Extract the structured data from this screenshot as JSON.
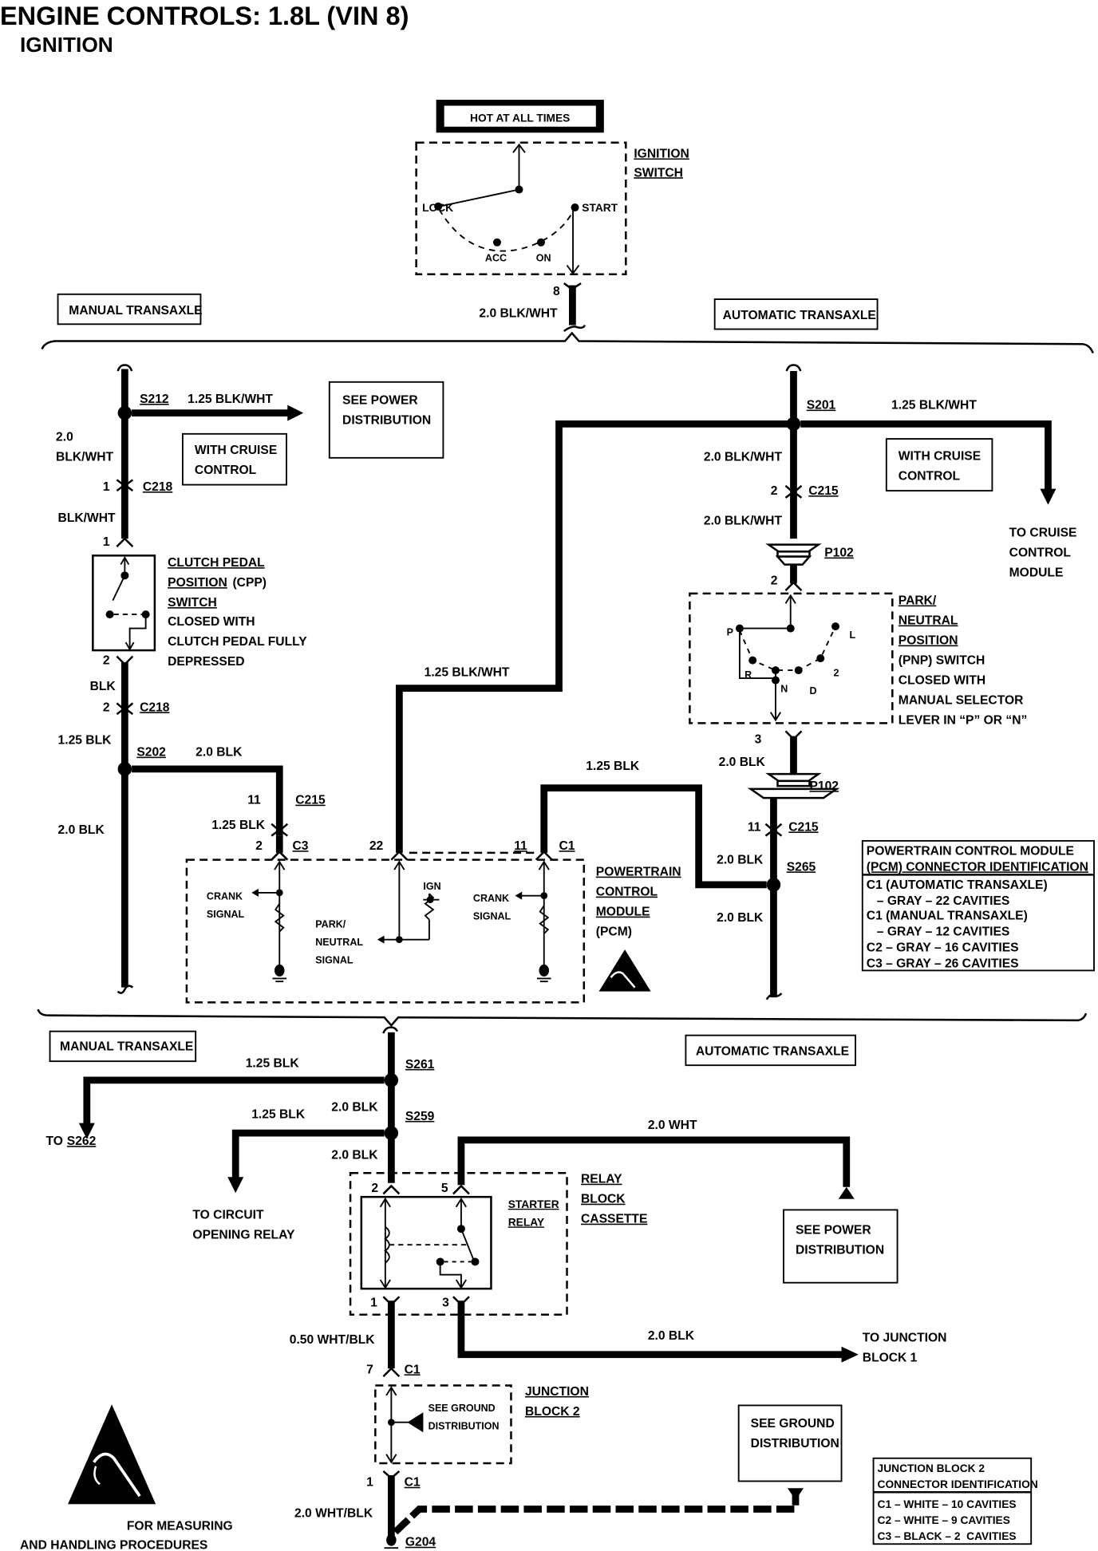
{
  "header": {
    "title": "ENGINE CONTROLS: 1.8L (VIN 8)",
    "subtitle": "IGNITION"
  },
  "colors": {
    "ink": "#000000",
    "paper": "#ffffff"
  },
  "ignition": {
    "hot_label": "HOT AT ALL TIMES",
    "name_line1": "IGNITION",
    "name_line2": "SWITCH",
    "positions": [
      "LOCK",
      "ACC",
      "ON",
      "START"
    ],
    "pin": "8",
    "wire": "2.0 BLK/WHT"
  },
  "sections": {
    "manual": "MANUAL TRANSAXLE",
    "automatic": "AUTOMATIC TRANSAXLE"
  },
  "manual_top": {
    "splice": "S212",
    "branch_wire": "1.25 BLK/WHT",
    "see_power_line1": "SEE POWER",
    "see_power_line2": "DISTRIBUTION",
    "cruise_line1": "WITH CRUISE",
    "cruise_line2": "CONTROL",
    "wire_a_line1": "2.0",
    "wire_a_line2": "BLK/WHT",
    "c218_pin1": "1",
    "c218": "C218",
    "wire_b": "BLK/WHT",
    "cpp_pin1": "1",
    "cpp_lines": [
      "CLUTCH PEDAL",
      "POSITION",
      "(CPP)",
      "SWITCH",
      "CLOSED WITH",
      "CLUTCH PEDAL FULLY",
      "DEPRESSED"
    ],
    "cpp_pin2": "2",
    "wire_c": "BLK",
    "c218_pin2": "2",
    "c218b": "C218",
    "wire_d": "1.25 BLK",
    "splice2": "S202",
    "wire_e": "2.0 BLK",
    "c215_pin": "11",
    "c215": "C215",
    "wire_f": "1.25 BLK",
    "wire_g": "2.0 BLK"
  },
  "automatic_top": {
    "splice": "S201",
    "branch_wire": "1.25 BLK/WHT",
    "cruise_line1": "WITH CRUISE",
    "cruise_line2": "CONTROL",
    "to_cruise": [
      "TO CRUISE",
      "CONTROL",
      "MODULE"
    ],
    "wire_a": "2.0 BLK/WHT",
    "c215_pin": "2",
    "c215": "C215",
    "wire_b": "2.0 BLK/WHT",
    "p102": "P102",
    "pnp_pin_top": "2",
    "pnp_positions": [
      "P",
      "R",
      "N",
      "D",
      "2",
      "L"
    ],
    "pnp_lines": [
      "PARK/",
      "NEUTRAL",
      "POSITION",
      "(PNP) SWITCH",
      "CLOSED WITH",
      "MANUAL SELECTOR",
      "LEVER IN “P” OR “N”"
    ],
    "pnp_pin_bottom": "3",
    "wire_c": "2.0 BLK",
    "p102b": "P102",
    "c215b_pin": "11",
    "c215b": "C215",
    "wire_d": "2.0 BLK",
    "splice2": "S265",
    "wire_e": "2.0 BLK",
    "cross_wire": "1.25 BLK"
  },
  "center": {
    "wire_blkwht": "1.25 BLK/WHT"
  },
  "pcm": {
    "c3_pin": "2",
    "c3": "C3",
    "pin22": "22",
    "c1_pin": "11",
    "c1": "C1",
    "crank1_line1": "CRANK",
    "crank1_line2": "SIGNAL",
    "ign": "IGN",
    "pn_lines": [
      "PARK/",
      "NEUTRAL",
      "SIGNAL"
    ],
    "crank2_line1": "CRANK",
    "crank2_line2": "SIGNAL",
    "name_lines": [
      "POWERTRAIN",
      "CONTROL",
      "MODULE",
      "(PCM)"
    ]
  },
  "pcm_connector_id": {
    "title_line1": "POWERTRAIN CONTROL MODULE",
    "title_line2": "(PCM) CONNECTOR IDENTIFICATION",
    "rows": [
      "C1 (AUTOMATIC TRANSAXLE)",
      "   – GRAY – 22 CAVITIES",
      "C1 (MANUAL TRANSAXLE)",
      "   – GRAY – 12 CAVITIES",
      "C2 – GRAY – 16 CAVITIES",
      "C3 – GRAY – 26 CAVITIES"
    ]
  },
  "bottom": {
    "s261": "S261",
    "wire_s262": "1.25 BLK",
    "to_s262_prefix": "TO",
    "to_s262": "S262",
    "wire_a": "2.0 BLK",
    "s259": "S259",
    "wire_cor": "1.25 BLK",
    "to_cor": [
      "TO CIRCUIT",
      "OPENING RELAY"
    ],
    "wire_b": "2.0 BLK",
    "wire_wht": "2.0 WHT",
    "see_power_line1": "SEE POWER",
    "see_power_line2": "DISTRIBUTION",
    "relay_pin2": "2",
    "relay_pin5": "5",
    "starter_line1": "STARTER",
    "starter_line2": "RELAY",
    "cassette_lines": [
      "RELAY",
      "BLOCK",
      "CASSETTE"
    ],
    "relay_pin1": "1",
    "relay_pin3": "3",
    "wire_c": "0.50 WHT/BLK",
    "wire_jb1": "2.0 BLK",
    "to_jb1": [
      "TO JUNCTION",
      "BLOCK 1"
    ],
    "jb_c1_pin7": "7",
    "jb_c1": "C1",
    "jb_ground_line1": "SEE GROUND",
    "jb_ground_line2": "DISTRIBUTION",
    "jb_name_line1": "JUNCTION",
    "jb_name_line2": "BLOCK 2",
    "jb_c1_pin1": "1",
    "jb_c1b": "C1",
    "wire_d": "2.0 WHT/BLK",
    "g204": "G204",
    "see_ground_line1": "SEE GROUND",
    "see_ground_line2": "DISTRIBUTION",
    "esd_line1": "FOR MEASURING",
    "esd_line2": "AND HANDLING PROCEDURES"
  },
  "jb_connector_id": {
    "title_line1": "JUNCTION BLOCK 2",
    "title_line2": "CONNECTOR IDENTIFICATION",
    "rows": [
      "C1 – WHITE – 10 CAVITIES",
      "C2 – WHITE – 9 CAVITIES",
      "C3 – BLACK – 2  CAVITIES"
    ]
  }
}
